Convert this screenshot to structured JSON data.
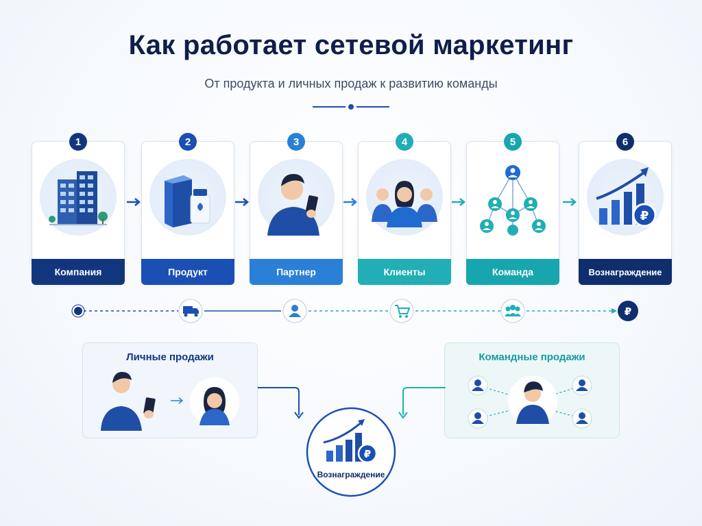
{
  "header": {
    "title": "Как работает сетевой маркетинг",
    "subtitle": "От продукта и личных продаж к развитию команды"
  },
  "steps": [
    {
      "number": "1",
      "label": "Компания",
      "icon": "office-building-icon",
      "color": "#12367e"
    },
    {
      "number": "2",
      "label": "Продукт",
      "icon": "product-box-bottle-icon",
      "color": "#1a4fb4"
    },
    {
      "number": "3",
      "label": "Партнер",
      "icon": "partner-phone-icon",
      "color": "#2a7fd6"
    },
    {
      "number": "4",
      "label": "Клиенты",
      "icon": "clients-group-icon",
      "color": "#21aeb4"
    },
    {
      "number": "5",
      "label": "Команда",
      "icon": "team-network-icon",
      "color": "#18a6ae"
    },
    {
      "number": "6",
      "label": "Вознаграждение",
      "icon": "growth-chart-ruble-icon",
      "color": "#0f2e6e"
    }
  ],
  "timeline_icons": [
    "start-dot-icon",
    "delivery-truck-icon",
    "user-icon",
    "cart-icon",
    "team-icon",
    "ruble-icon"
  ],
  "personal_sales": {
    "title": "Личные продажи",
    "color": "#12367e"
  },
  "team_sales": {
    "title": "Командные продажи",
    "color": "#179aa3"
  },
  "reward": {
    "label": "Вознаграждение",
    "icon": "growth-chart-ruble-icon"
  },
  "colors": {
    "navy": "#0f1e4a",
    "blue": "#1a4fb4",
    "teal": "#21aeb4",
    "accent": "#2a7fd6"
  }
}
